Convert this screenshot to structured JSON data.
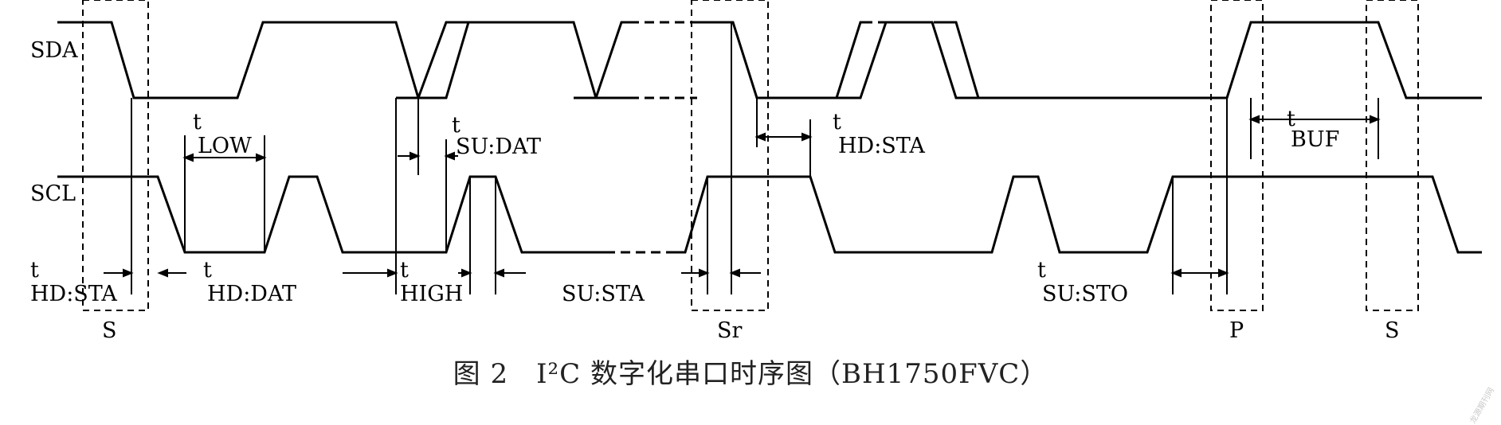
{
  "signals": {
    "sda": "SDA",
    "scl": "SCL"
  },
  "timing": {
    "t": "t",
    "hd_sta": "HD:STA",
    "low": "LOW",
    "hd_dat": "HD:DAT",
    "high": "HIGH",
    "su_dat": "SU:DAT",
    "su_sta": "SU:STA",
    "hd_sta_repeat": "HD:STA",
    "su_sto": "SU:STO",
    "buf": "BUF"
  },
  "conditions": {
    "start": "S",
    "repeated_start": "Sr",
    "stop": "P",
    "start2": "S"
  },
  "caption": "图 2　I²C 数字化串口时序图（BH1750FVC）",
  "watermark": "龙源期刊网"
}
